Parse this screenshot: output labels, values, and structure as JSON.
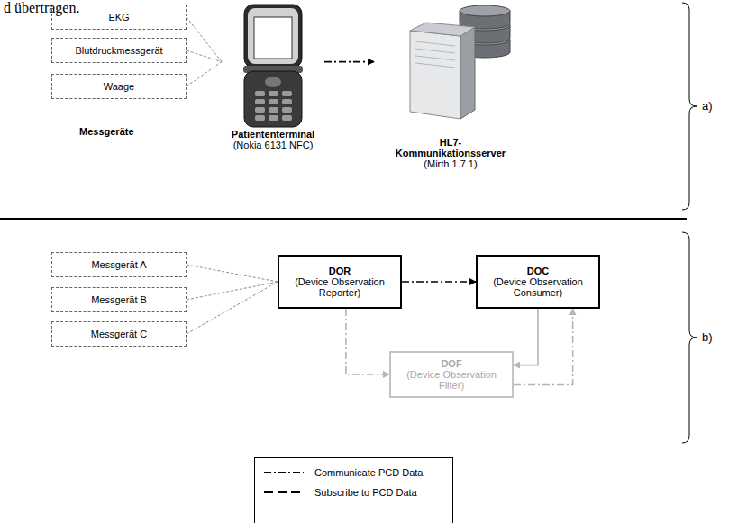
{
  "diagram": {
    "nodes": [
      {
        "text": [
          "EKG"
        ]
      },
      {
        "text": [
          "Blutdruckmessgerät"
        ]
      },
      {
        "text": [
          "Waage"
        ]
      },
      {
        "text": [
          "Patiententerminal",
          "(Nokia 6131 NFC)"
        ]
      },
      {
        "text": [
          "HL7- Kommunikationsserver",
          "(Mirth 1.7.1)"
        ]
      },
      {
        "text": [
          "Messgerät A"
        ]
      },
      {
        "text": [
          "Messgerät B"
        ]
      },
      {
        "text": [
          "Messgerät C"
        ]
      },
      {
        "text": [
          "DOR",
          "(Device Observation Reporter)"
        ]
      },
      {
        "text": [
          "DOC",
          "(Device Observation Consumer)"
        ]
      },
      {
        "text": [
          "DOF",
          "(Device Observation Filter)"
        ]
      }
    ],
    "edges": [
      {
        "from": 0,
        "to": 3,
        "arrow": "none"
      },
      {
        "from": 1,
        "to": 3,
        "arrow": "none"
      },
      {
        "from": 2,
        "to": 3,
        "arrow": "none"
      },
      {
        "from": 3,
        "to": 4,
        "arrow": "to"
      },
      {
        "from": 5,
        "to": 8,
        "arrow": "none"
      },
      {
        "from": 6,
        "to": 8,
        "arrow": "none"
      },
      {
        "from": 7,
        "to": 8,
        "arrow": "none"
      },
      {
        "from": 8,
        "to": 9,
        "arrow": "to"
      },
      {
        "from": 8,
        "to": 10,
        "arrow": "to"
      },
      {
        "from": 9,
        "to": 10,
        "arrow": "to"
      },
      {
        "from": 10,
        "to": 9,
        "arrow": "to"
      }
    ],
    "labels": [
      "d übertragen.",
      "Messgeräte",
      "a)",
      "b)"
    ],
    "legend": [
      {
        "text": "Communicate PCD Data"
      },
      {
        "text": "Subscribe to PCD Data"
      }
    ]
  }
}
